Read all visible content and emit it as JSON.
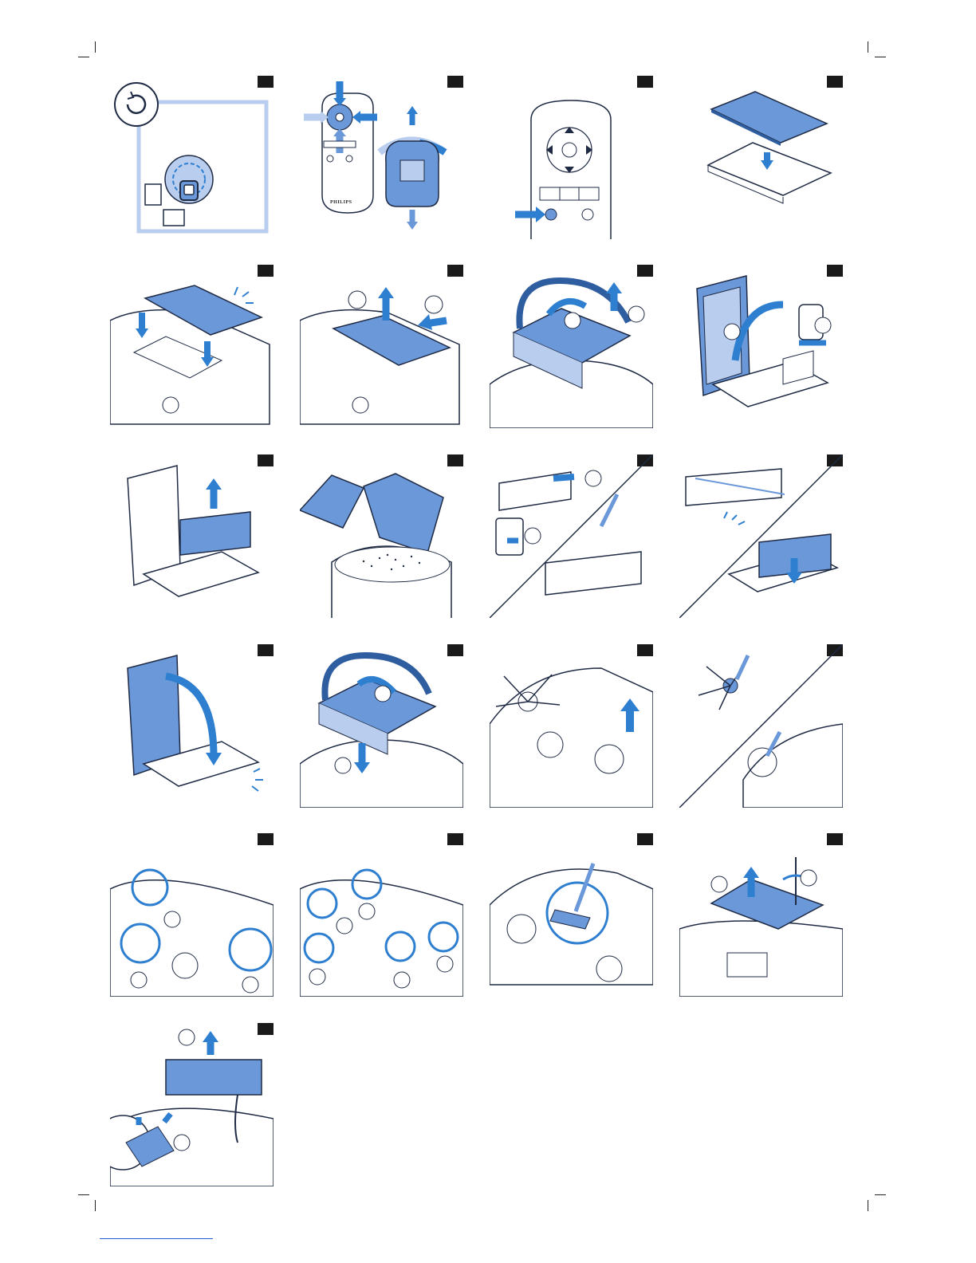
{
  "brand": {
    "label": "PHILIPS"
  },
  "colors": {
    "accent": "#2f7fd1",
    "fill": "#6a98d8",
    "pale": "#b9cdee",
    "line": "#1f2a44"
  },
  "panels": [
    {
      "id": "1",
      "icon": "reset-icon"
    },
    {
      "id": "2",
      "icon": "remote-arrows-icon"
    },
    {
      "id": "3",
      "icon": "remote-button-icon"
    },
    {
      "id": "4",
      "icon": "filter-cover-icon"
    },
    {
      "id": "5",
      "icon": "cover-click-icon"
    },
    {
      "id": "6",
      "icon": "cover-lift-icon"
    },
    {
      "id": "7",
      "icon": "dustbin-lift-icon"
    },
    {
      "id": "8",
      "icon": "dustbin-open-icon"
    },
    {
      "id": "9",
      "icon": "filter-remove-icon"
    },
    {
      "id": "10",
      "icon": "empty-bin-icon"
    },
    {
      "id": "11",
      "icon": "filter-clean-icon"
    },
    {
      "id": "12",
      "icon": "filter-insert-icon"
    },
    {
      "id": "13",
      "icon": "dustbin-close-icon"
    },
    {
      "id": "14",
      "icon": "dustbin-insert-icon"
    },
    {
      "id": "15",
      "icon": "side-brush-remove-icon"
    },
    {
      "id": "16",
      "icon": "side-brush-clean-icon"
    },
    {
      "id": "17",
      "icon": "wheels-clean-icon"
    },
    {
      "id": "18",
      "icon": "sensors-clean-icon"
    },
    {
      "id": "19",
      "icon": "suction-clean-icon"
    },
    {
      "id": "20",
      "icon": "battery-cover-icon"
    },
    {
      "id": "21",
      "icon": "battery-remove-icon"
    }
  ]
}
